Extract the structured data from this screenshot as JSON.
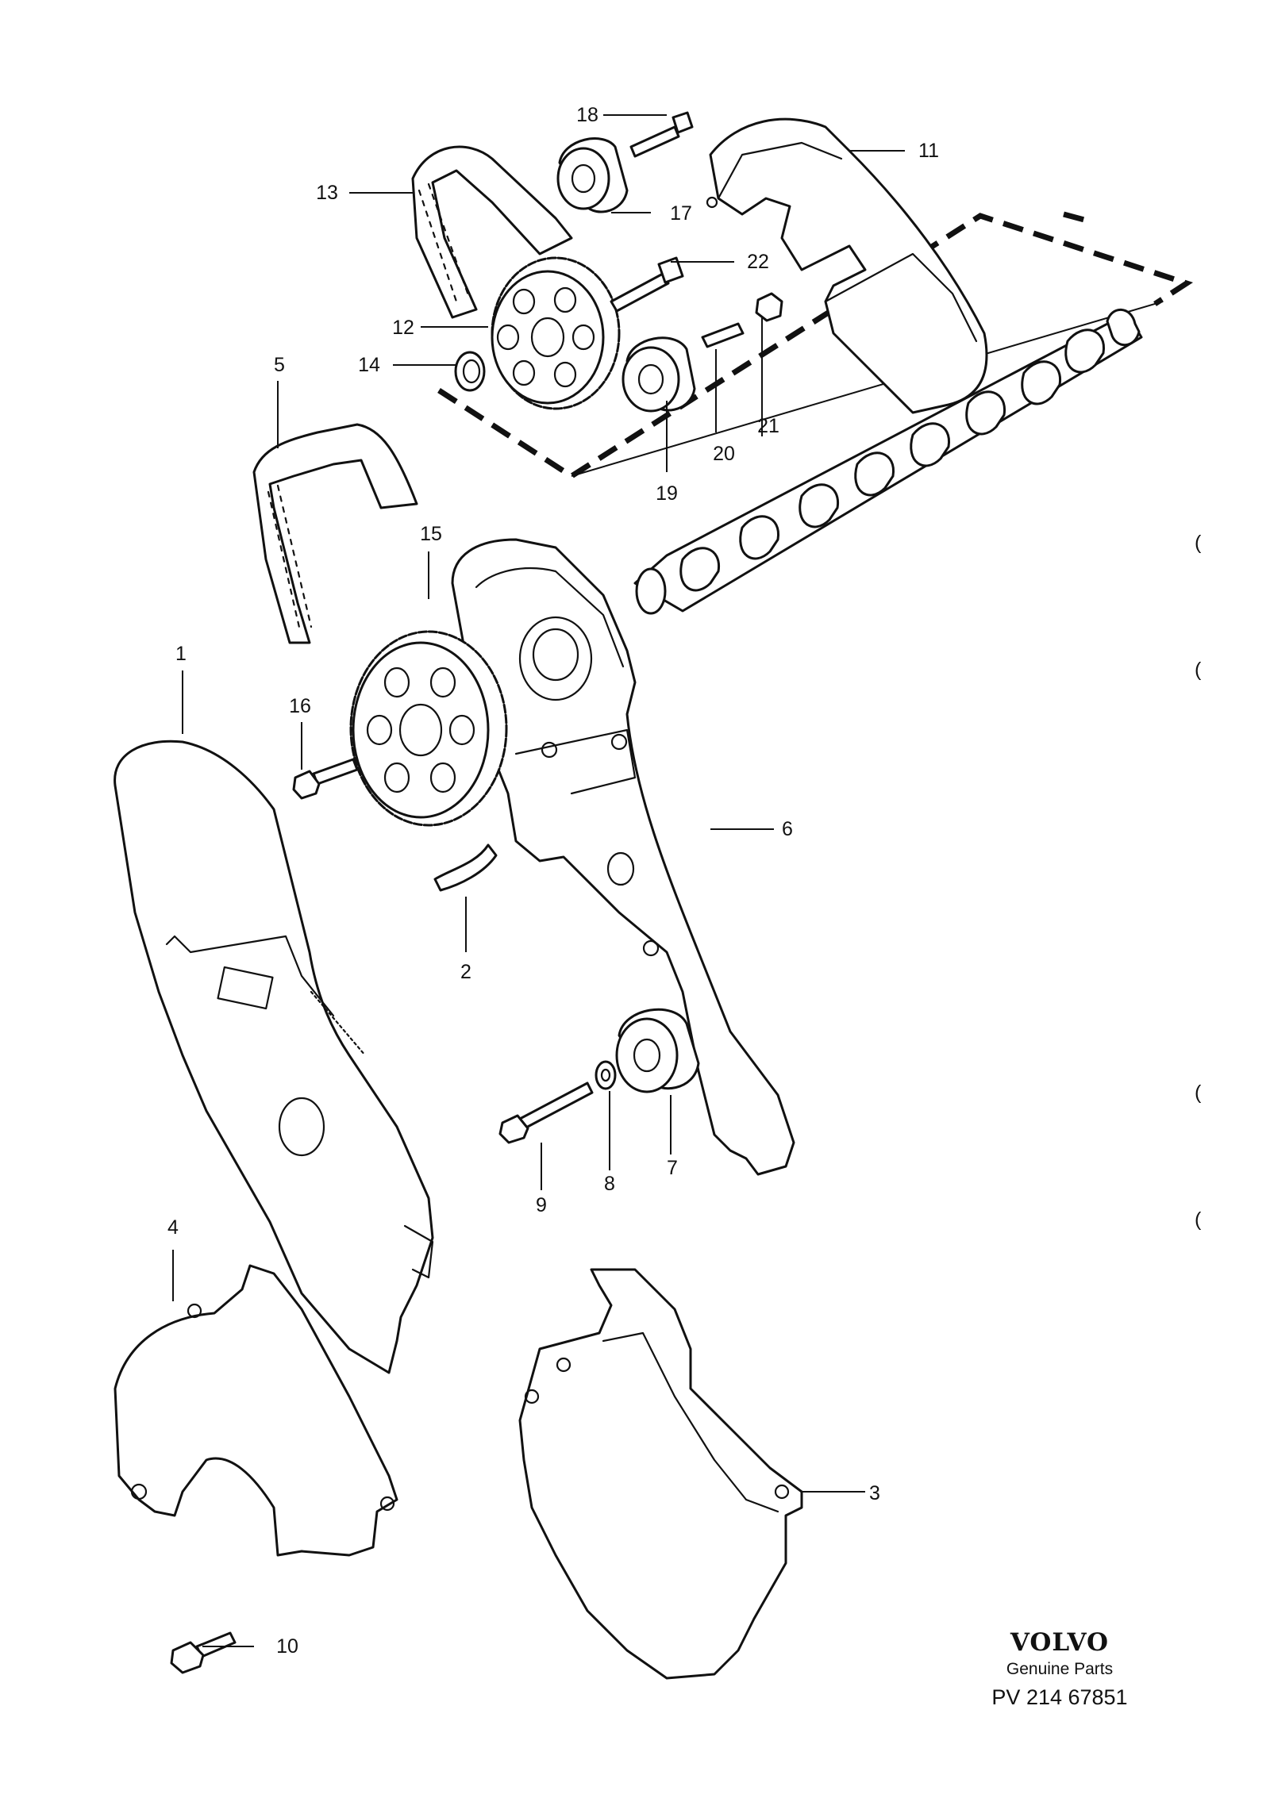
{
  "diagram": {
    "callouts": [
      "1",
      "2",
      "3",
      "4",
      "5",
      "6",
      "7",
      "8",
      "9",
      "10",
      "11",
      "12",
      "13",
      "14",
      "15",
      "16",
      "17",
      "18",
      "19",
      "20",
      "21",
      "22"
    ],
    "brand": {
      "logo_text": "VOLVO",
      "tagline": "Genuine Parts",
      "reference": "PV 214 67851"
    },
    "margin_marks": [
      "(",
      "(",
      "(",
      "("
    ]
  }
}
